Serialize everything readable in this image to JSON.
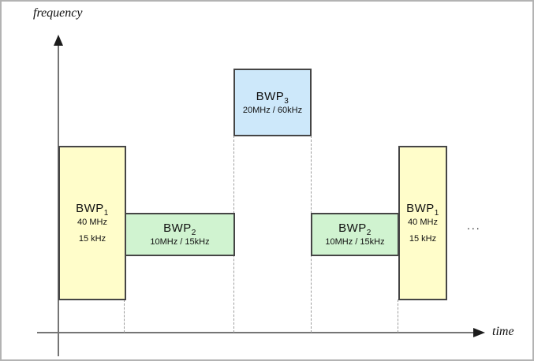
{
  "diagram": {
    "y_axis_label": "frequency",
    "x_axis_label": "time",
    "ellipsis": "..."
  },
  "boxes": [
    {
      "label": "BWP",
      "subscript": "1",
      "detail1": "40 MHz",
      "detail2": "15 kHz",
      "fill": "#fffdca"
    },
    {
      "label": "BWP",
      "subscript": "2",
      "detail1": "10MHz / 15kHz",
      "fill": "#d0f3d0"
    },
    {
      "label": "BWP",
      "subscript": "3",
      "detail1": "20MHz / 60kHz",
      "fill": "#cde8fa"
    },
    {
      "label": "BWP",
      "subscript": "2",
      "detail1": "10MHz / 15kHz",
      "fill": "#d0f3d0"
    },
    {
      "label": "BWP",
      "subscript": "1",
      "detail1": "40 MHz",
      "detail2": "15 kHz",
      "fill": "#fffdca"
    }
  ],
  "colors": {
    "bwp1_fill": "#fffdca",
    "bwp2_fill": "#d0f3d0",
    "bwp3_fill": "#cde8fa",
    "box_border": "#454545",
    "axis": "#757575",
    "dashed_guide": "#9e9e9e",
    "frame_border": "#b3b3b3"
  }
}
